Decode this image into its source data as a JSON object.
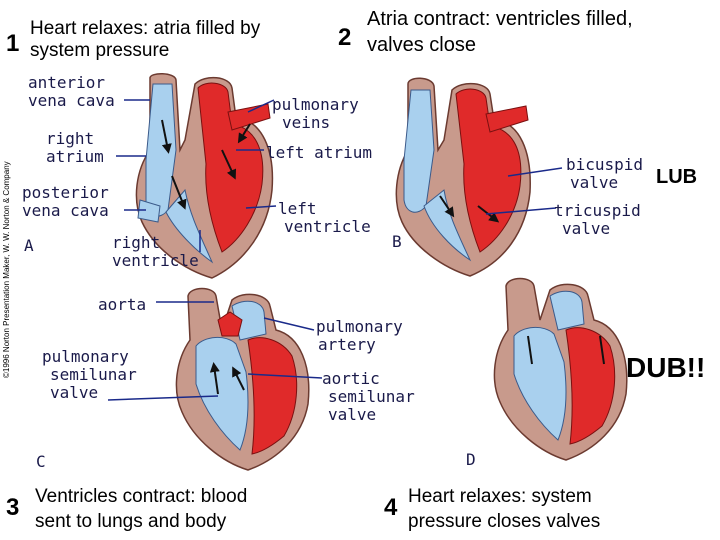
{
  "credit": "©1996 Norton Presentation Maker, W. W. Norton & Company",
  "steps": [
    {
      "num": "1",
      "line1": "Heart relaxes: atria filled by",
      "line2": "system pressure"
    },
    {
      "num": "2",
      "line1": "Atria contract: ventricles filled,",
      "line2": "valves close"
    },
    {
      "num": "3",
      "line1": "Ventricles contract: blood",
      "line2": "sent to lungs and body"
    },
    {
      "num": "4",
      "line1": "Heart relaxes: system",
      "line2": "pressure closes valves"
    }
  ],
  "panels": {
    "a": "A",
    "b": "B",
    "c": "C",
    "d": "D"
  },
  "labels": {
    "anterior_vena_cava": [
      "anterior",
      "vena cava"
    ],
    "right_atrium": [
      "right",
      "atrium"
    ],
    "posterior_vena_cava": [
      "posterior",
      "vena cava"
    ],
    "right_ventricle": [
      "right",
      "ventricle"
    ],
    "pulmonary_veins": [
      "pulmonary",
      "veins"
    ],
    "left_atrium": "left atrium",
    "left_ventricle": [
      "left",
      "ventricle"
    ],
    "bicuspid_valve": [
      "bicuspid",
      "valve"
    ],
    "tricuspid_valve": [
      "tricuspid",
      "valve"
    ],
    "aorta": "aorta",
    "pulmonary_semilunar_valve": [
      "pulmonary",
      "semilunar",
      "valve"
    ],
    "pulmonary_artery": [
      "pulmonary",
      "artery"
    ],
    "aortic_semilunar_valve": [
      "aortic",
      "semilunar",
      "valve"
    ]
  },
  "sounds": {
    "lub": "LUB",
    "dub": "DUB!!"
  },
  "colors": {
    "oxygenated": "#e02a2a",
    "deoxygenated": "#a9d0ee",
    "tissue": "#c89a8c",
    "leader": "#1a2a8a"
  }
}
